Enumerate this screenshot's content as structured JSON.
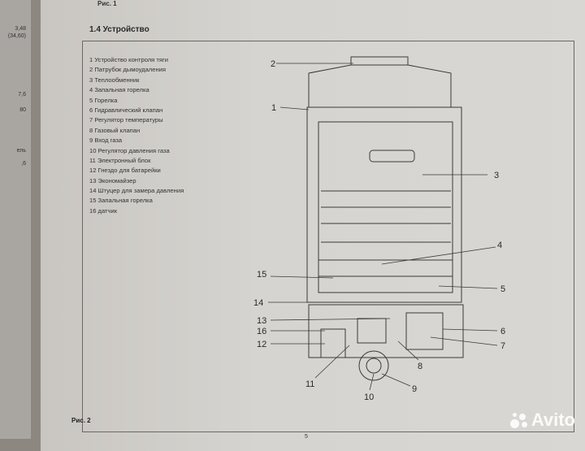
{
  "prev_page": {
    "cells": [
      "3,48",
      "(34,60)",
      "7,6",
      "80",
      "ель",
      ",6"
    ]
  },
  "header": {
    "figure_caption_top": "Рис. 1"
  },
  "section": {
    "title": "1.4 Устройство"
  },
  "legend": [
    "1  Устройство контроля тяги",
    "2  Патрубок дымоудаления",
    "3  Теплообменник",
    "4  Запальная горелка",
    "5  Горелка",
    "6  Гидравлический клапан",
    "7  Регулятор температуры",
    "8  Газовый клапан",
    "9  Вход газа",
    "10 Регулятор давления газа",
    "11 Электронный блок",
    "12 Гнездо для батарейки",
    "13 Экономайзер",
    "14 Штуцер для замера давления",
    "15 Запальная горелка",
    "16 датчик"
  ],
  "callouts": [
    "1",
    "2",
    "3",
    "4",
    "5",
    "6",
    "7",
    "8",
    "9",
    "10",
    "11",
    "12",
    "13",
    "14",
    "15",
    "16"
  ],
  "figure_caption": "Рис. 2",
  "page_number": "5",
  "watermark": {
    "text": "Avito"
  }
}
